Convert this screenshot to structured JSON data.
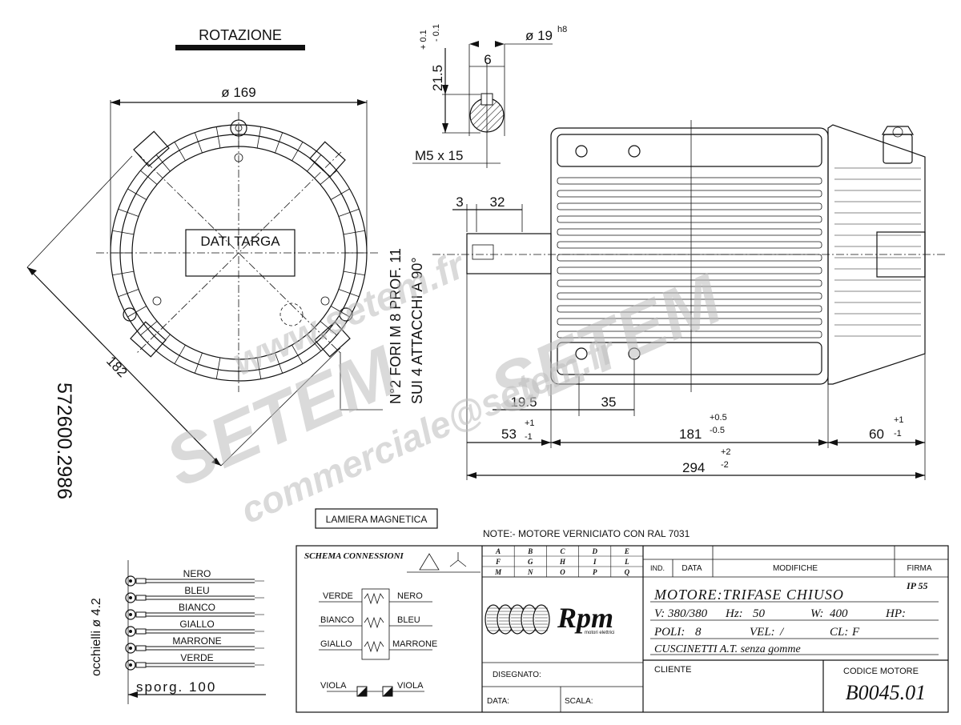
{
  "header": {
    "rotation_label": "ROTAZIONE",
    "part_number": "572600.2986"
  },
  "front_view": {
    "diameter_label": "ø 169",
    "diag_label": "182",
    "plate_label": "DATI TARGA",
    "holes_line1": "N°2 FORI M 8 PROF. 11",
    "holes_line2": "SUI 4 ATTACCHI A 90°"
  },
  "shaft_section": {
    "dia_label": "ø 19",
    "dia_tol": "h8",
    "key_label": "6",
    "height_label": "21.5",
    "height_tol_top": "+ 0.1",
    "height_tol_bottom": "- 0.1",
    "thread_label": "M5 x 15"
  },
  "side_view": {
    "dim_3": "3",
    "dim_32": "32",
    "dim_19_5": "19.5",
    "dim_35": "35",
    "dim_53": "53",
    "dim_53_tol_p": "+1",
    "dim_53_tol_m": "-1",
    "dim_181": "181",
    "dim_181_tol_p": "+0.5",
    "dim_181_tol_m": "-0.5",
    "dim_60": "60",
    "dim_60_tol_p": "+1",
    "dim_60_tol_m": "-1",
    "dim_294": "294",
    "dim_294_tol_p": "+2",
    "dim_294_tol_m": "-2"
  },
  "lamiera_label": "LAMIERA MAGNETICA",
  "note": "NOTE:- MOTORE VERNICIATO CON RAL 7031",
  "watermarks": [
    "www.setem.fr",
    "SETEM",
    "SETEM",
    "commerciale@setem.fr"
  ],
  "wires": {
    "eyelet_label": "occhielli ø 4.2",
    "protrusion_label": "sporg. 100",
    "colors": [
      "NERO",
      "BLEU",
      "BIANCO",
      "GIALLO",
      "MARRONE",
      "VERDE"
    ]
  },
  "title_block": {
    "schema_title": "SCHEMA CONNESSIONI",
    "schema_left": [
      "VERDE",
      "BIANCO",
      "GIALLO"
    ],
    "schema_right": [
      "NERO",
      "BLEU",
      "MARRONE"
    ],
    "viola_left": "VIOLA",
    "viola_right": "VIOLA",
    "grid_rows": [
      [
        "A",
        "B",
        "C",
        "D",
        "E"
      ],
      [
        "F",
        "G",
        "H",
        "I",
        "L"
      ],
      [
        "M",
        "N",
        "O",
        "P",
        "Q"
      ]
    ],
    "ind": "IND.",
    "data_h": "DATA",
    "modifiche": "MODIFICHE",
    "firma": "FIRMA",
    "motor_type": "MOTORE:TRIFASE CHIUSO",
    "ip": "IP 55",
    "volt_label": "V:",
    "volt_value": "380/380",
    "hz_label": "Hz:",
    "hz_value": "50",
    "w_label": "W:",
    "w_value": "400",
    "hp_label": "HP:",
    "poli_label": "POLI:",
    "poli_value": "8",
    "vel_label": "VEL:",
    "vel_value": "/",
    "cl_label": "CL:",
    "cl_value": "F",
    "bearings": "CUSCINETTI A.T. senza gomme",
    "brand": "Rpm",
    "brand_sub": "motori elettrici",
    "disegnato": "DISEGNATO:",
    "data_label": "DATA:",
    "scala_label": "SCALA:",
    "cliente": "CLIENTE",
    "codice_label": "CODICE MOTORE",
    "codice_value": "B0045.01"
  }
}
